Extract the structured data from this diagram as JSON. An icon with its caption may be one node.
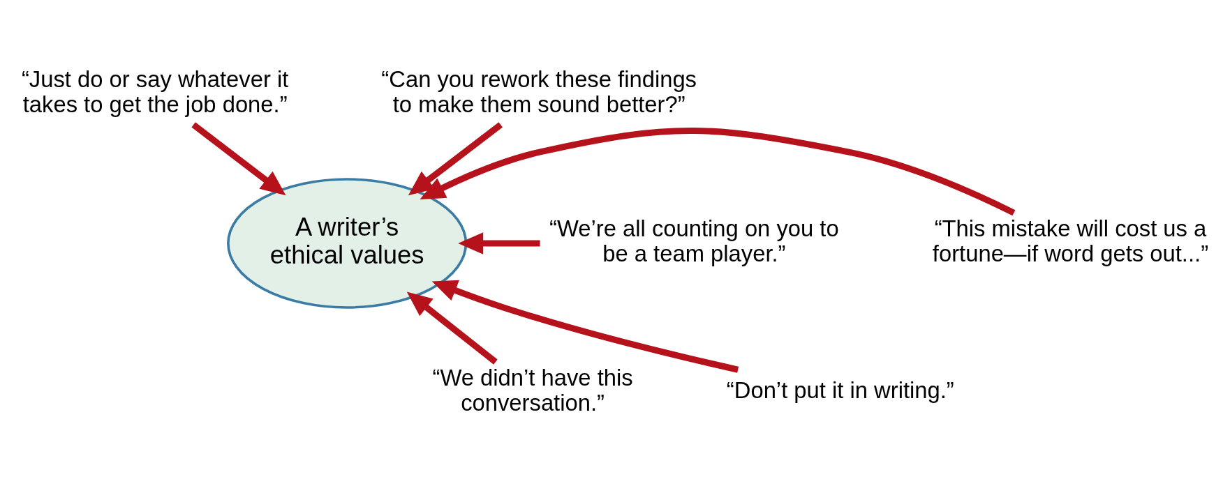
{
  "diagram": {
    "nodes": [
      {
        "text": [
          "“Just do or say whatever it takes to get the job done.”"
        ]
      },
      {
        "text": [
          "“Can you rework these findings to make them sound better?”"
        ]
      },
      {
        "text": [
          "“We’re all counting on you to be a team player.”"
        ]
      },
      {
        "text": [
          "A writer’s ethical values"
        ]
      },
      {
        "text": [
          "“This mistake will cost us a fortune—if word gets out...”"
        ]
      },
      {
        "text": [
          "“We didn’t have this conversation.”"
        ]
      },
      {
        "text": [
          "“Don’t put it in writing.”"
        ]
      }
    ],
    "edges": [
      {
        "from": 0,
        "to": 3,
        "arrow": "to"
      },
      {
        "from": 1,
        "to": 3,
        "arrow": "to"
      },
      {
        "from": 2,
        "to": 3,
        "arrow": "to"
      },
      {
        "from": 4,
        "to": 3,
        "arrow": "to"
      },
      {
        "from": 5,
        "to": 3,
        "arrow": "to"
      },
      {
        "from": 6,
        "to": 3,
        "arrow": "to"
      }
    ]
  }
}
